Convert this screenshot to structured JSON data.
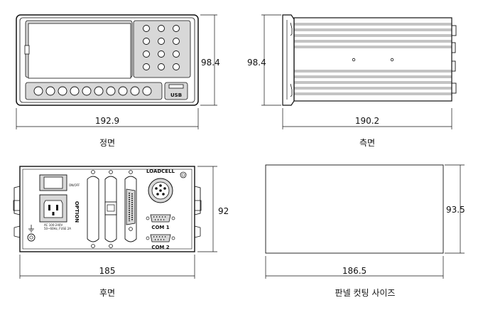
{
  "views": {
    "front": {
      "caption": "정면",
      "width_label": "192.9",
      "height_label": "98.4",
      "usb_label": "USB"
    },
    "side": {
      "caption": "측면",
      "width_label": "190.2",
      "height_label": "98.4"
    },
    "rear": {
      "caption": "후면",
      "width_label": "185",
      "height_label": "92",
      "loadcell_label": "LOADCELL",
      "onoff_label": "ON/OFF",
      "option_label": "OPTION",
      "com1_label": "COM 1",
      "com2_label": "COM 2",
      "power_spec_line1": "AC 100-240V",
      "power_spec_line2": "50~60Hz, FUSE 2A"
    },
    "panel_cut": {
      "caption": "판넬 컷팅 사이즈",
      "width_label": "186.5",
      "height_label": "93.5"
    }
  }
}
